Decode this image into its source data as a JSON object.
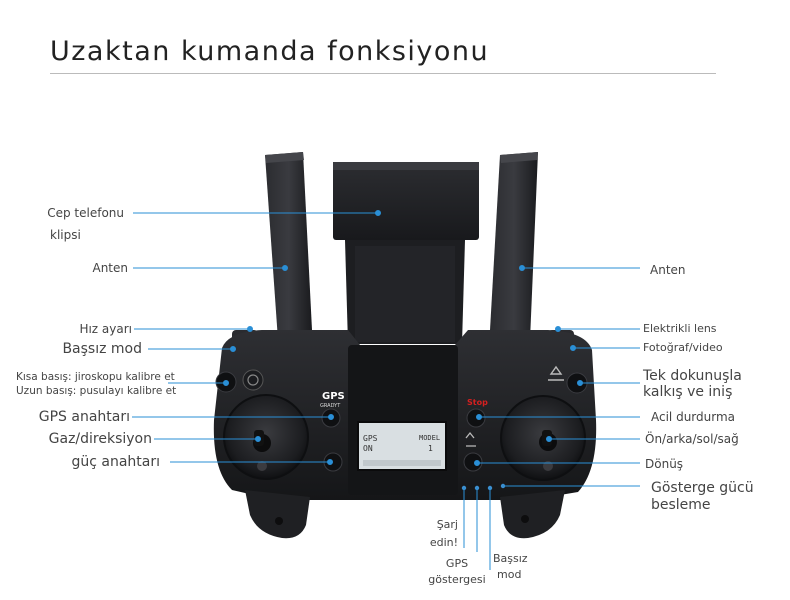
{
  "title": "Uzaktan kumanda fonksiyonu",
  "controller": {
    "gps_badge": "GPS",
    "gps_badge_sub": "GRADYT",
    "stop_badge": "Stop",
    "lcd": {
      "row1_left": "GPS",
      "row1_right": "MODEL",
      "row2_left": "ON",
      "row2_right": "1"
    }
  },
  "labels": {
    "left": [
      {
        "id": "phone-clip",
        "lines": [
          "Cep telefonu",
          "klipsi"
        ]
      },
      {
        "id": "antenna-left",
        "lines": [
          "Anten"
        ]
      },
      {
        "id": "speed-setting",
        "lines": [
          "Hız ayarı"
        ]
      },
      {
        "id": "headless-mode",
        "lines": [
          "Başsız mod"
        ]
      },
      {
        "id": "calibrate",
        "lines": [
          "Kısa basış: jiroskopu kalibre et",
          "Uzun basış: pusulayı kalibre et"
        ]
      },
      {
        "id": "gps-switch",
        "lines": [
          "GPS anahtarı"
        ]
      },
      {
        "id": "throttle-direction",
        "lines": [
          "Gaz/direksiyon"
        ]
      },
      {
        "id": "power-switch",
        "lines": [
          "güç anahtarı"
        ]
      }
    ],
    "right": [
      {
        "id": "antenna-right",
        "lines": [
          "Anten"
        ]
      },
      {
        "id": "electric-lens",
        "lines": [
          "Elektrikli lens"
        ]
      },
      {
        "id": "photo-video",
        "lines": [
          "Fotoğraf/video"
        ]
      },
      {
        "id": "one-touch",
        "lines": [
          "Tek dokunuşla",
          "kalkış ve iniş"
        ]
      },
      {
        "id": "emergency-stop",
        "lines": [
          "Acil durdurma"
        ]
      },
      {
        "id": "direction",
        "lines": [
          "Ön/arka/sol/sağ"
        ]
      },
      {
        "id": "rotation",
        "lines": [
          "Dönüş"
        ]
      },
      {
        "id": "power-indicator",
        "lines": [
          "Gösterge gücü",
          "besleme"
        ]
      }
    ],
    "bottom": [
      {
        "id": "charge",
        "lines": [
          "Şarj",
          "edin!"
        ]
      },
      {
        "id": "gps-indicator",
        "lines": [
          "GPS",
          "göstergesi"
        ]
      },
      {
        "id": "headless-indicator",
        "lines": [
          "Başsız",
          "mod"
        ]
      }
    ]
  },
  "colors": {
    "leader": "#2a8fd6",
    "body": "#1e1f22",
    "accent_red": "#d42020"
  }
}
